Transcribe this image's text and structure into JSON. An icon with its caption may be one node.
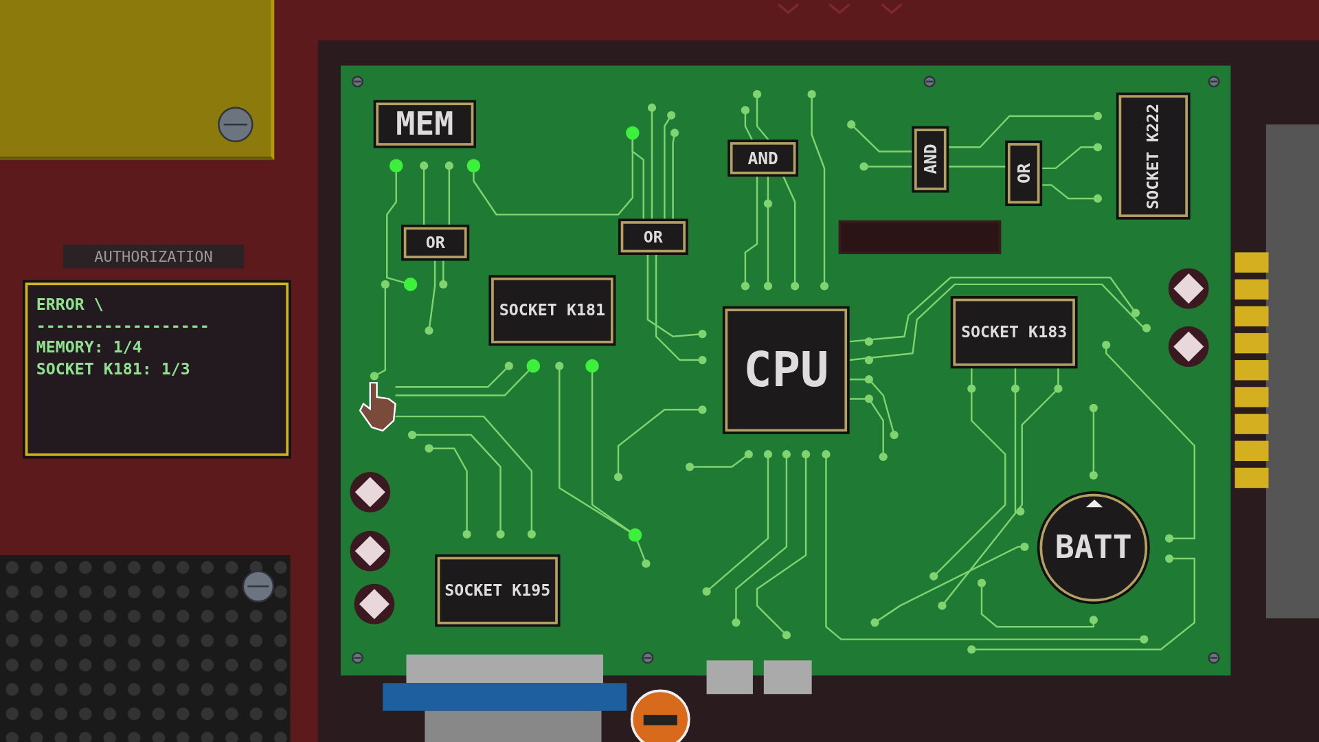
{
  "diagram": {
    "nodes": [
      {
        "text": [
          "AUTHORIZATION"
        ]
      },
      {
        "text": [
          "ERROR \\",
          "------------------",
          "MEMORY: 1/4",
          "SOCKET K181: 1/3"
        ]
      },
      {
        "text": [
          "MEM"
        ]
      },
      {
        "text": [
          "AND"
        ]
      },
      {
        "text": [
          "AND"
        ]
      },
      {
        "text": [
          "OR"
        ]
      },
      {
        "text": [
          "SOCKET K222"
        ]
      },
      {
        "text": [
          "OR"
        ]
      },
      {
        "text": [
          "OR"
        ]
      },
      {
        "text": [
          "SOCKET K181"
        ]
      },
      {
        "text": [
          "CPU"
        ]
      },
      {
        "text": [
          "SOCKET K183"
        ]
      },
      {
        "text": [
          "BATT"
        ]
      },
      {
        "text": [
          "SOCKET K195"
        ]
      },
      {
        "text": [],
        "shape": "box"
      }
    ],
    "edges": [
      {
        "from": 4,
        "to": 5,
        "arrow": "none"
      }
    ]
  }
}
